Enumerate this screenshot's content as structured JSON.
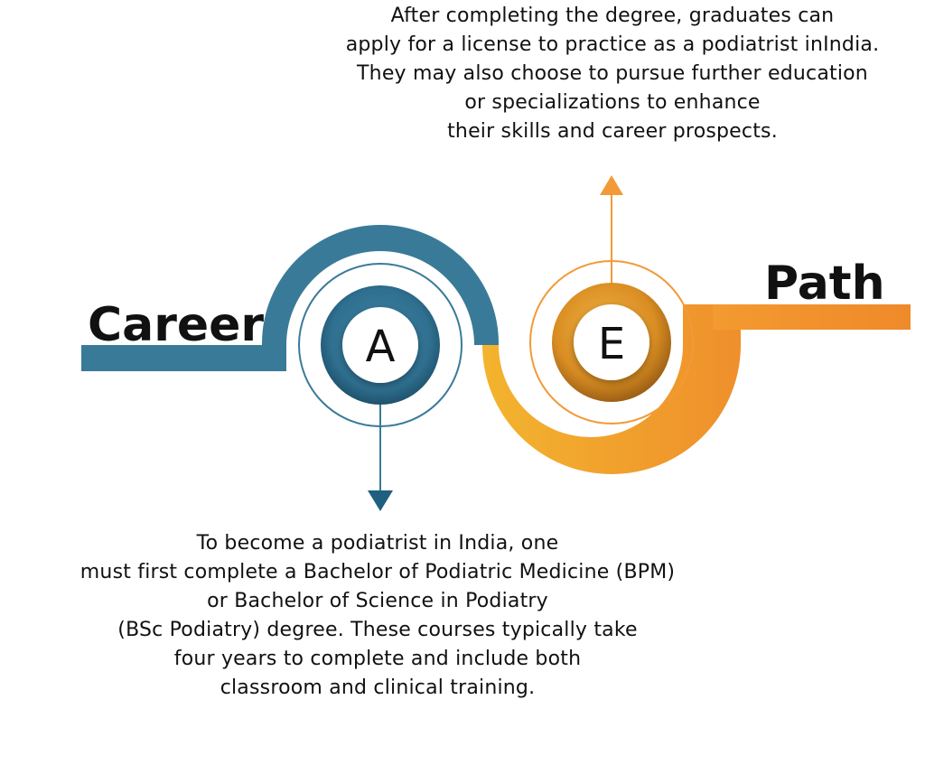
{
  "diagram": {
    "left_word": "Career",
    "right_word": "Path",
    "node_a": {
      "letter": "A",
      "text_lines": [
        "To become a podiatrist in India, one",
        "must first complete a Bachelor of Podiatric Medicine (BPM)",
        "or Bachelor of Science in Podiatry",
        "(BSc Podiatry) degree. These courses typically take",
        "four years to complete and include both",
        "classroom and clinical training."
      ]
    },
    "node_e": {
      "letter": "E",
      "text_lines": [
        "After completing the degree, graduates can",
        "apply for a license to practice as a podiatrist inIndia.",
        "They may also choose to pursue further education",
        "or specializations to enhance",
        "their skills and career prospects."
      ]
    }
  },
  "colors": {
    "blue": "#3a7a99",
    "blue_dark": "#1f5470",
    "orange": "#f0a534",
    "orange_deep": "#ef8a2a",
    "arrow_orange": "#f29a38",
    "text": "#111111"
  }
}
